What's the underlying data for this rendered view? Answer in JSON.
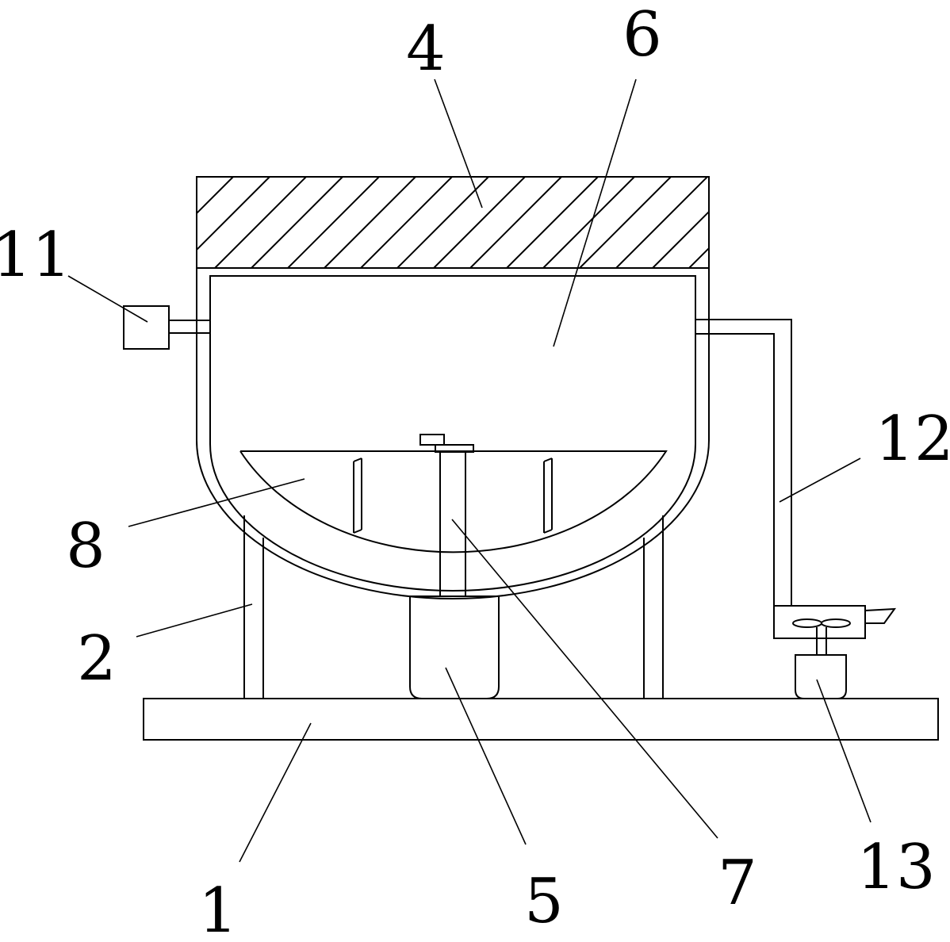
{
  "diagram": {
    "labels": {
      "base": "1",
      "support_leg": "2",
      "lid": "4",
      "motor": "5",
      "inner_chamber": "6",
      "stirring_shaft": "7",
      "stirring_basket": "8",
      "inlet_device": "11",
      "outlet_pipe": "12",
      "fan_motor": "13"
    },
    "colors": {
      "stroke": "#000000",
      "background": "#ffffff"
    }
  }
}
